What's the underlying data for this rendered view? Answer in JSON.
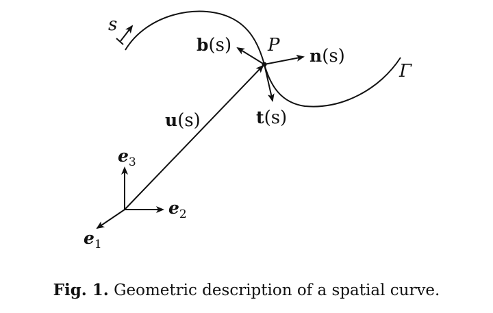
{
  "labels": {
    "s": "s",
    "P": "P",
    "Gamma": "Γ",
    "b_vec": "b",
    "b_arg": "(s)",
    "n_vec": "n",
    "n_arg": "(s)",
    "t_vec": "t",
    "t_arg": "(s)",
    "u_vec": "u",
    "u_arg": "(s)",
    "e1_base": "e",
    "e1_sub": "1",
    "e2_base": "e",
    "e2_sub": "2",
    "e3_base": "e",
    "e3_sub": "3"
  },
  "caption": {
    "label": "Fig. 1.",
    "text": " Geometric description of a spatial curve."
  }
}
